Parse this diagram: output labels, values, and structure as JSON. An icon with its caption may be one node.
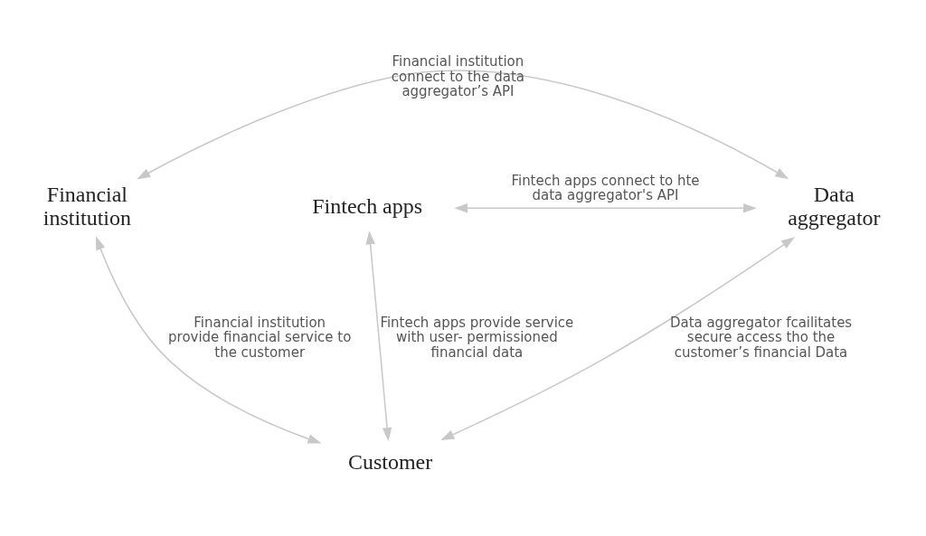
{
  "diagram": {
    "nodes": [
      {
        "text": [
          "Customer"
        ]
      },
      {
        "text": [
          "Financial institution"
        ]
      },
      {
        "text": [
          "Data aggregator"
        ]
      },
      {
        "text": [
          "Fintech apps"
        ]
      }
    ],
    "edges": [
      {
        "from": 1,
        "to": 0,
        "arrow": "both",
        "label": "Financial institution provide financial service to the customer"
      },
      {
        "from": 2,
        "to": 0,
        "arrow": "both",
        "label": "Data aggregator fcailitates secure access tho the customer’s financial Data"
      },
      {
        "from": 3,
        "to": 0,
        "arrow": "both",
        "label": "Fintech apps provide service with user- permissioned financial data"
      },
      {
        "from": 1,
        "to": 2,
        "arrow": "both",
        "label": "Financial institution connect to the data aggregator’s API"
      },
      {
        "from": 3,
        "to": 2,
        "arrow": "both",
        "label": "Fintech apps connect to hte data aggregator's API"
      }
    ]
  }
}
